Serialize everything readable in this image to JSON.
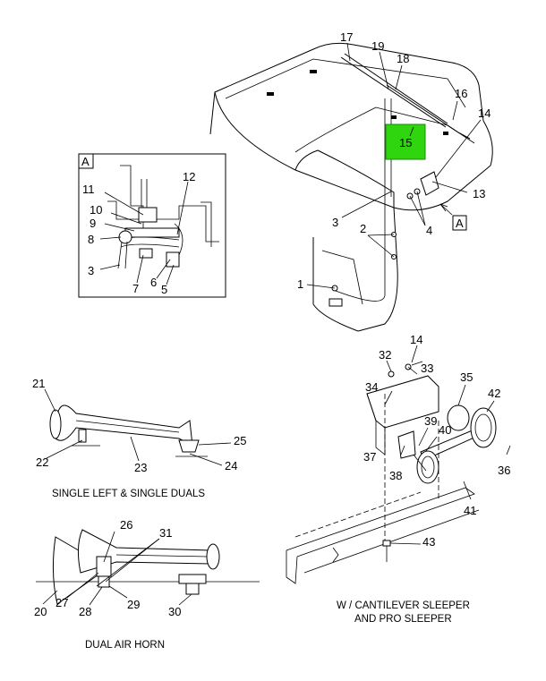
{
  "callouts": {
    "c1": "1",
    "c2": "2",
    "c3": "3",
    "c4": "4",
    "c13": "13",
    "c14": "14",
    "c15": "15",
    "c16": "16",
    "c17": "17",
    "c18": "18",
    "c19": "19",
    "detailA_3": "3",
    "c5": "5",
    "c6": "6",
    "c7": "7",
    "c8": "8",
    "c9": "9",
    "c10": "10",
    "c11": "11",
    "c12": "12",
    "h14": "14",
    "c20": "20",
    "c21": "21",
    "c22": "22",
    "c23": "23",
    "c24": "24",
    "c25": "25",
    "c26": "26",
    "c27": "27",
    "c28": "28",
    "c29": "29",
    "c30": "30",
    "c31": "31",
    "c32": "32",
    "c33": "33",
    "c34": "34",
    "c35": "35",
    "c36": "36",
    "c37": "37",
    "c38": "38",
    "c39": "39",
    "c40": "40",
    "c41": "41",
    "c42": "42",
    "c43": "43"
  },
  "detail_ref": {
    "box_label": "A",
    "pointer_label": "A"
  },
  "captions": {
    "single": "SINGLE LEFT & SINGLE DUALS",
    "dual": "DUAL AIR HORN",
    "sleeper_line1": "W / CANTILEVER SLEEPER",
    "sleeper_line2": "AND PRO SLEEPER"
  },
  "colors": {
    "highlight": "#2fd60f"
  }
}
